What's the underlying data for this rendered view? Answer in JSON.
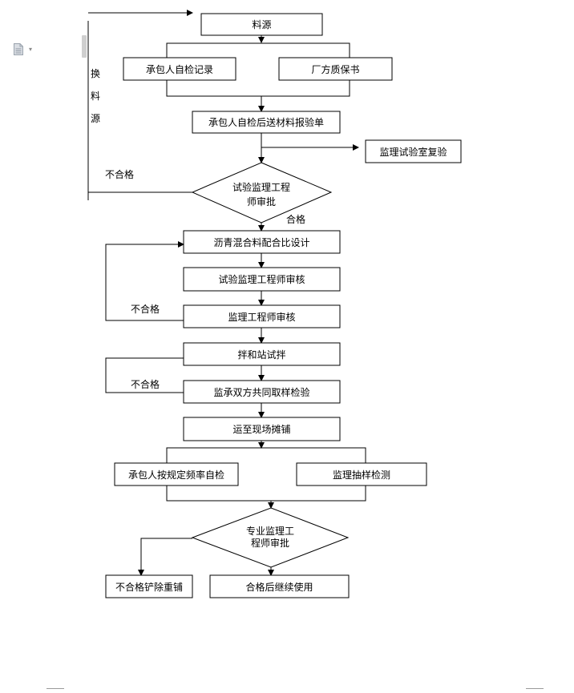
{
  "flowchart": {
    "nodes": {
      "source": "料源",
      "self_check_record": "承包人自检记录",
      "factory_cert": "厂方质保书",
      "submit_test": "承包人自检后送材料报验单",
      "lab_recheck": "监理试验室复验",
      "review_test_engineer": [
        "试验监理工程",
        "师审批"
      ],
      "mix_design": "沥青混合料配合比设计",
      "test_engineer_review": "试验监理工程师审核",
      "engineer_review": "监理工程师审核",
      "plant_trial": "拌和站试拌",
      "joint_sampling": "监承双方共同取样检验",
      "transport_spread": "运至现场摊铺",
      "contractor_selfcheck": "承包人按规定频率自检",
      "supervisor_sampling": "监理抽样检测",
      "specialist_review": [
        "专业监理工",
        "程师审批"
      ],
      "fail_remove": "不合格铲除重铺",
      "pass_continue": "合格后继续使用"
    },
    "edge_labels": {
      "change_source": [
        "换",
        "料",
        "源"
      ],
      "fail_1": "不合格",
      "pass_1": "合格",
      "fail_2": "不合格",
      "fail_3": "不合格"
    }
  }
}
